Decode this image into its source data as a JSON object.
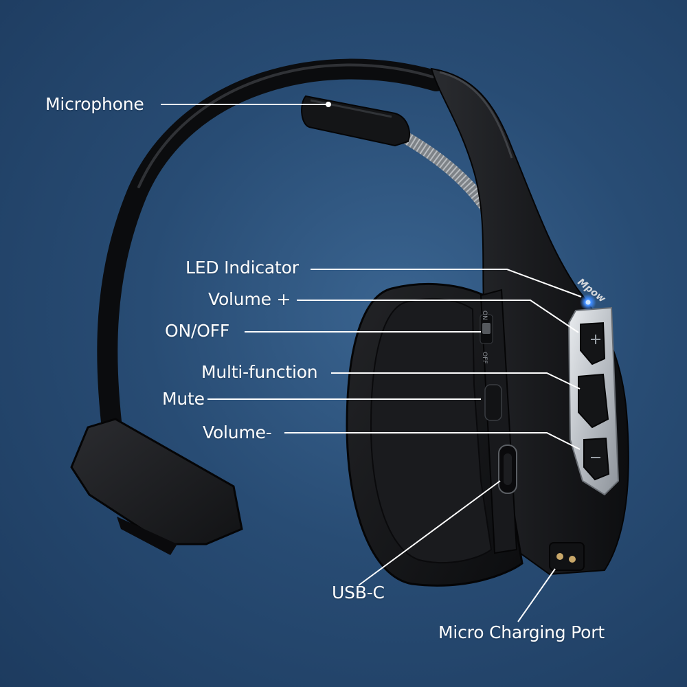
{
  "labels": {
    "microphone": "Microphone",
    "led_indicator": "LED Indicator",
    "volume_up": "Volume +",
    "on_off": "ON/OFF",
    "multi_function": "Multi-function",
    "mute": "Mute",
    "volume_down": "Volume-",
    "usb_c": "USB-C",
    "micro_charging_port": "Micro Charging Port"
  },
  "device": {
    "brand": "Mpow",
    "switch_on": "ON",
    "switch_off": "OFF"
  },
  "colors": {
    "background": "#284c74",
    "label_text": "#ffffff",
    "led": "#3f8cff"
  }
}
